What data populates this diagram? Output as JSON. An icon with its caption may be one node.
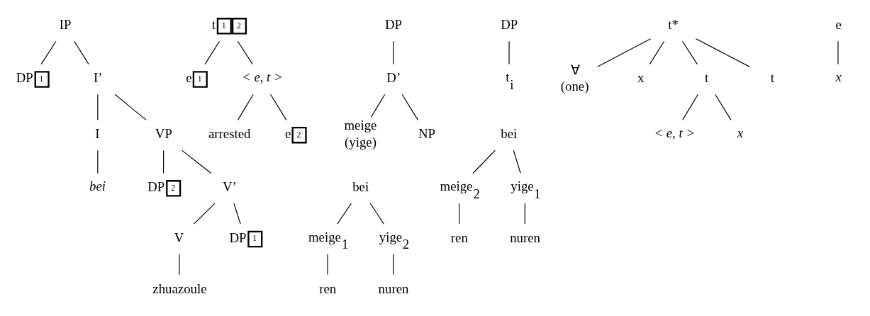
{
  "diagram": {
    "nodes": [
      {
        "text": [
          "IP"
        ]
      },
      {
        "text": [
          "DP",
          "1"
        ]
      },
      {
        "text": [
          "I’"
        ]
      },
      {
        "text": [
          "I"
        ]
      },
      {
        "text": [
          "VP"
        ]
      },
      {
        "text": [
          "bei"
        ]
      },
      {
        "text": [
          "DP",
          "2"
        ]
      },
      {
        "text": [
          "V’"
        ]
      },
      {
        "text": [
          "V"
        ]
      },
      {
        "text": [
          "DP",
          "1"
        ]
      },
      {
        "text": [
          "zhuazoule"
        ]
      },
      {
        "text": [
          "t",
          "1",
          "2"
        ]
      },
      {
        "text": [
          "e",
          "1"
        ]
      },
      {
        "text": [
          "< e, t >"
        ]
      },
      {
        "text": [
          "arrested"
        ]
      },
      {
        "text": [
          "e",
          "2"
        ]
      },
      {
        "text": [
          "DP"
        ]
      },
      {
        "text": [
          "D’"
        ]
      },
      {
        "text": [
          "meige"
        ],
        "beside": [
          "(yige)"
        ]
      },
      {
        "text": [
          "NP"
        ]
      },
      {
        "text": [
          "DP"
        ]
      },
      {
        "text": [
          "t$_{i}$"
        ]
      },
      {
        "text": [
          "t*"
        ]
      },
      {
        "text": [
          "∀"
        ],
        "beside": [
          "(one)"
        ]
      },
      {
        "text": [
          "x"
        ]
      },
      {
        "text": [
          "t"
        ]
      },
      {
        "text": [
          "t"
        ]
      },
      {
        "text": [
          "< e, t >"
        ]
      },
      {
        "text": [
          "x"
        ]
      },
      {
        "text": [
          "e"
        ]
      },
      {
        "text": [
          "x"
        ]
      },
      {
        "text": [
          "bei"
        ]
      },
      {
        "text": [
          "meige$_{1}$"
        ]
      },
      {
        "text": [
          "yige$_{2}$"
        ]
      },
      {
        "text": [
          "ren"
        ]
      },
      {
        "text": [
          "nuren"
        ]
      },
      {
        "text": [
          "bei"
        ]
      },
      {
        "text": [
          "meige$_{2}$"
        ]
      },
      {
        "text": [
          "yige$_{1}$"
        ]
      },
      {
        "text": [
          "ren"
        ]
      },
      {
        "text": [
          "nuren"
        ]
      }
    ],
    "edges": [
      {
        "from": 0,
        "to": 1,
        "arrow": "none"
      },
      {
        "from": 0,
        "to": 2,
        "arrow": "none"
      },
      {
        "from": 2,
        "to": 3,
        "arrow": "none"
      },
      {
        "from": 2,
        "to": 4,
        "arrow": "none"
      },
      {
        "from": 3,
        "to": 5,
        "arrow": "none"
      },
      {
        "from": 4,
        "to": 6,
        "arrow": "none"
      },
      {
        "from": 4,
        "to": 7,
        "arrow": "none"
      },
      {
        "from": 7,
        "to": 8,
        "arrow": "none"
      },
      {
        "from": 7,
        "to": 9,
        "arrow": "none"
      },
      {
        "from": 8,
        "to": 10,
        "arrow": "none"
      },
      {
        "from": 11,
        "to": 12,
        "arrow": "none"
      },
      {
        "from": 11,
        "to": 13,
        "arrow": "none"
      },
      {
        "from": 13,
        "to": 14,
        "arrow": "none"
      },
      {
        "from": 13,
        "to": 15,
        "arrow": "none"
      },
      {
        "from": 16,
        "to": 17,
        "arrow": "none"
      },
      {
        "from": 17,
        "to": 18,
        "arrow": "none"
      },
      {
        "from": 17,
        "to": 19,
        "arrow": "none"
      },
      {
        "from": 20,
        "to": 21,
        "arrow": "none"
      },
      {
        "from": 22,
        "to": 23,
        "arrow": "none"
      },
      {
        "from": 22,
        "to": 24,
        "arrow": "none"
      },
      {
        "from": 22,
        "to": 25,
        "arrow": "none"
      },
      {
        "from": 22,
        "to": 26,
        "arrow": "none"
      },
      {
        "from": 25,
        "to": 27,
        "arrow": "none"
      },
      {
        "from": 25,
        "to": 28,
        "arrow": "none"
      },
      {
        "from": 29,
        "to": 30,
        "arrow": "none"
      },
      {
        "from": 31,
        "to": 32,
        "arrow": "none"
      },
      {
        "from": 31,
        "to": 33,
        "arrow": "none"
      },
      {
        "from": 32,
        "to": 34,
        "arrow": "none"
      },
      {
        "from": 33,
        "to": 35,
        "arrow": "none"
      },
      {
        "from": 36,
        "to": 37,
        "arrow": "none"
      },
      {
        "from": 36,
        "to": 38,
        "arrow": "none"
      },
      {
        "from": 37,
        "to": 39,
        "arrow": "none"
      },
      {
        "from": 38,
        "to": 40,
        "arrow": "none"
      }
    ]
  }
}
